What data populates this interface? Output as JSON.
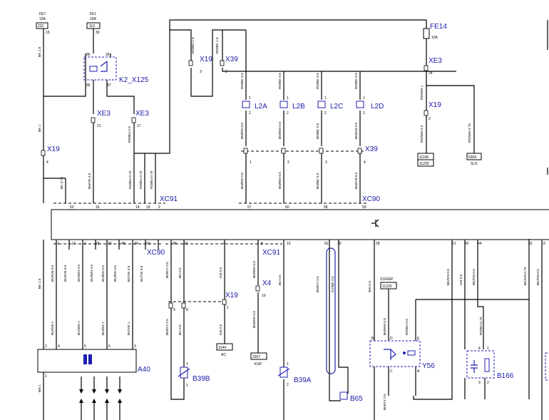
{
  "fuses": {
    "fe7": {
      "name": "FE7",
      "rating": "15A",
      "box": "232",
      "pin": "15"
    },
    "fe1": {
      "name": "FE1",
      "rating": "20A",
      "box": "110",
      "pin": "30"
    },
    "fe14": {
      "name": "FE14",
      "rating": "10A"
    }
  },
  "relay": {
    "name": "K2_X125",
    "pins": [
      "86",
      "30",
      "85",
      "87"
    ]
  },
  "connectors": {
    "xe3_a": "XE3",
    "xe3_a_pin": "21",
    "xe3_b": "XE3",
    "xe3_b_pin": "17",
    "xe3_c": "XE3",
    "xe3_c_pin": "24",
    "x19_top": "X19",
    "x19_top_pin": "3",
    "x39_top": "X39",
    "x39_top_pin": "5",
    "x19_left": "X19",
    "x19_left_pin": "4",
    "x19_right": "X19",
    "x19_right_pin": "2",
    "x39_mid": "X39",
    "x39_pins": [
      "1",
      "2",
      "3",
      "4"
    ],
    "xc91_top": "XC91",
    "xc90_top": "XC90",
    "xc90_bot": "XC90",
    "xc91_bot": "XC91",
    "x19_bot": "X19",
    "x19_bot_pins": [
      "9",
      "8",
      "1"
    ],
    "x4": "X4",
    "x4_pin": "10"
  },
  "injectors": [
    {
      "name": "L2A",
      "pins": [
        "1",
        "2"
      ]
    },
    {
      "name": "L2B",
      "pins": [
        "1",
        "2"
      ]
    },
    {
      "name": "L2C",
      "pins": [
        "1",
        "2"
      ]
    },
    {
      "name": "L2D",
      "pins": [
        "1",
        "2"
      ]
    }
  ],
  "components": {
    "a40": "A40",
    "a40_pins": [
      "2",
      "4",
      "5",
      "6",
      "3",
      "1"
    ],
    "b39b": "B39B",
    "b39a": "B39A",
    "b65": "B65",
    "y56": "Y56",
    "b166": "B166",
    "y56_pins": [
      "B",
      "D",
      "E",
      "C",
      "A"
    ],
    "b166_pins": [
      "4",
      "1",
      "3",
      "2"
    ],
    "b39b_pins": [
      "1",
      "2"
    ],
    "b39a_pins": [
      "1",
      "2"
    ]
  },
  "refs": {
    "r11146": "11146",
    "r11230": "11230",
    "r5309": "5309",
    "sls": "SLS",
    "r3144": "3144",
    "ac": "AC",
    "r2207": "2207",
    "ksp": "KSP",
    "z16xep": "Z16XEP",
    "r11220": "11220"
  },
  "ecu_top_pins": [
    "52",
    "16",
    "14",
    "19",
    "2",
    "57",
    "60",
    "58",
    "59"
  ],
  "ecu_bot_pins": [
    "1",
    "17",
    "2",
    "18",
    "33",
    "49",
    "34",
    "50",
    "49",
    "21",
    "4",
    "8",
    "10",
    "62",
    "39",
    "28",
    "21",
    "42",
    "44",
    "52",
    "8"
  ],
  "wire_labels": {
    "bk15": "BK 1.5",
    "bk1": "BK 1",
    "bk075": "BK 0.75",
    "bnye05": "BN/YE 0.5",
    "rdbu25": "RD/BU 2.5",
    "rdbu075": "RD/BU 0.75",
    "rdbu15": "RD/BU 1.5",
    "rdbk15": "RD/BK 1.5",
    "rdbk05": "RD/BK 0.5",
    "rdwh1": "RD/WH 1",
    "rdwh05": "RD/WH 0.5",
    "rdwh075": "RD/WH 0.75",
    "bnrd05": "BN/RD 0.5",
    "bnwh05": "BN/WH 0.5",
    "bnbk05": "BN/BK 0.5",
    "bngn05": "BN/GN 0.5",
    "bugn": "BU/GN 0.5",
    "buwh": "BU/WH 0.5",
    "burd": "BU/RD 0.5",
    "buye": "BU/YE 0.5",
    "bugn1": "BU/GN 1",
    "buwh1": "BU/WH 1",
    "burd1": "BU/RD 1",
    "buye1": "BU/YE 1",
    "bngy05": "BN/GY 0.5",
    "bu05": "BU 0.5",
    "gn05": "GN 0.5",
    "bnwh": "BN/WH 0.5",
    "gybk": "GY/BK 0.5",
    "whbu": "WH 0.5",
    "rdbu05": "RD/BU 0.5",
    "bngy": "BN/GY 0.5",
    "bkgn05": "BK/GN 0.5",
    "bkgn075": "BK/GN 0.75",
    "bn1": "BN 1"
  },
  "colors": {
    "wire": "#000000",
    "label": "#1a1aa8",
    "shield": "#1f1fb0"
  }
}
